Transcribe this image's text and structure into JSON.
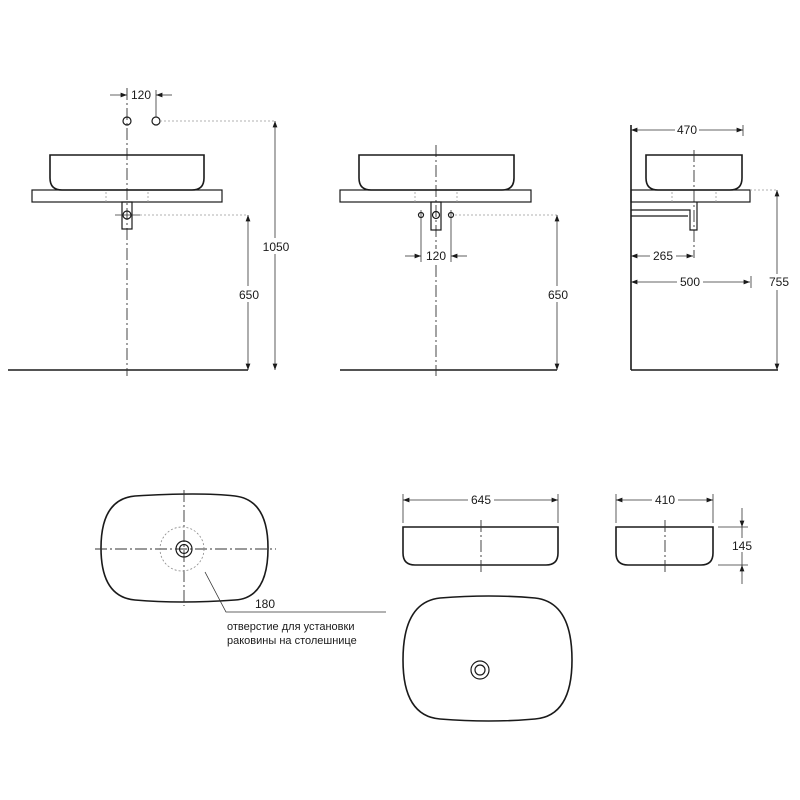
{
  "front_view": {
    "pipe_spacing": "120",
    "height_total": "1050",
    "drain_height": "650"
  },
  "front_view_2": {
    "drain_spacing": "120",
    "drain_height": "650"
  },
  "side_view": {
    "bowl_depth": "470",
    "drain_offset": "265",
    "counter_depth": "500",
    "counter_height": "755"
  },
  "plan_view": {
    "hole_diameter": "180",
    "note_line1": "отверстие для установки",
    "note_line2": "раковины на столешнице"
  },
  "basin_front": {
    "width": "645"
  },
  "basin_side": {
    "depth": "410",
    "height": "145"
  }
}
